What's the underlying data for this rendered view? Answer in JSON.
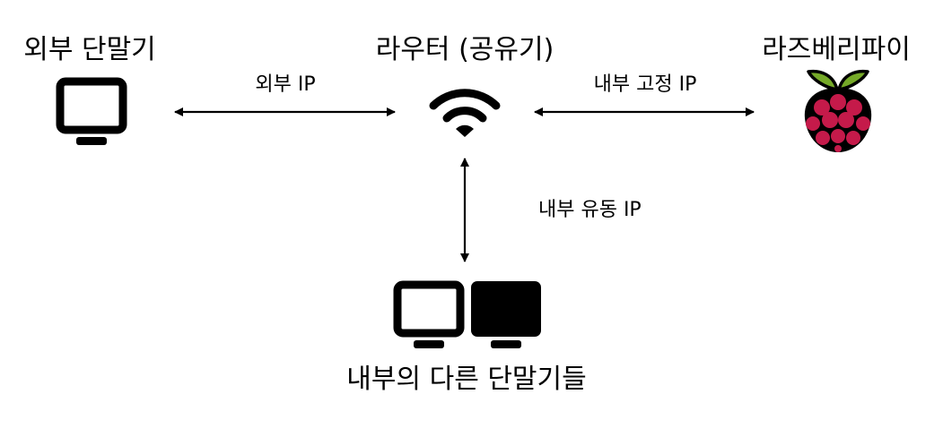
{
  "nodes": {
    "external": {
      "label": "외부 단말기",
      "icon": "monitor-outline-icon"
    },
    "router": {
      "label": "라우터 (공유기)",
      "icon": "wifi-icon"
    },
    "raspberry": {
      "label": "라즈베리파이",
      "icon": "raspberry-pi-logo"
    },
    "internal": {
      "label": "내부의 다른 단말기들",
      "icons": [
        "monitor-outline-icon",
        "monitor-filled-icon"
      ]
    }
  },
  "edges": {
    "external_router": {
      "label": "외부 IP",
      "style": "bidirectional-arrow"
    },
    "router_raspberry": {
      "label": "내부 고정 IP",
      "style": "bidirectional-arrow"
    },
    "router_internal": {
      "label": "내부 유동 IP",
      "style": "bidirectional-arrow"
    }
  },
  "colors": {
    "ink": "#000000",
    "background": "#ffffff",
    "raspberry_red": "#c51a4a",
    "raspberry_leaf": "#75a928"
  }
}
